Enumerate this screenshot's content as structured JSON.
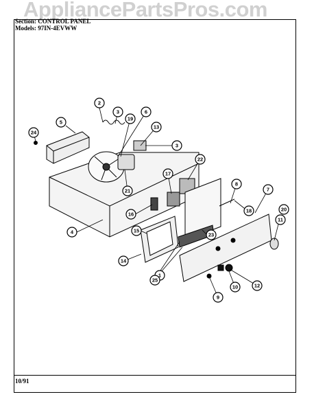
{
  "watermark": "AppliancePartsPros.com",
  "header": {
    "section_label": "Section:",
    "section_value": "CONTROL PANEL",
    "models_label": "Models:",
    "models_value": "97IN-4EVWW"
  },
  "footer": {
    "date": "10/91"
  },
  "callouts": [
    "1",
    "2",
    "3",
    "3",
    "4",
    "5",
    "6",
    "7",
    "8",
    "9",
    "10",
    "11",
    "12",
    "13",
    "14",
    "15",
    "16",
    "17",
    "18",
    "19",
    "20",
    "21",
    "22",
    "23",
    "24",
    "25"
  ]
}
